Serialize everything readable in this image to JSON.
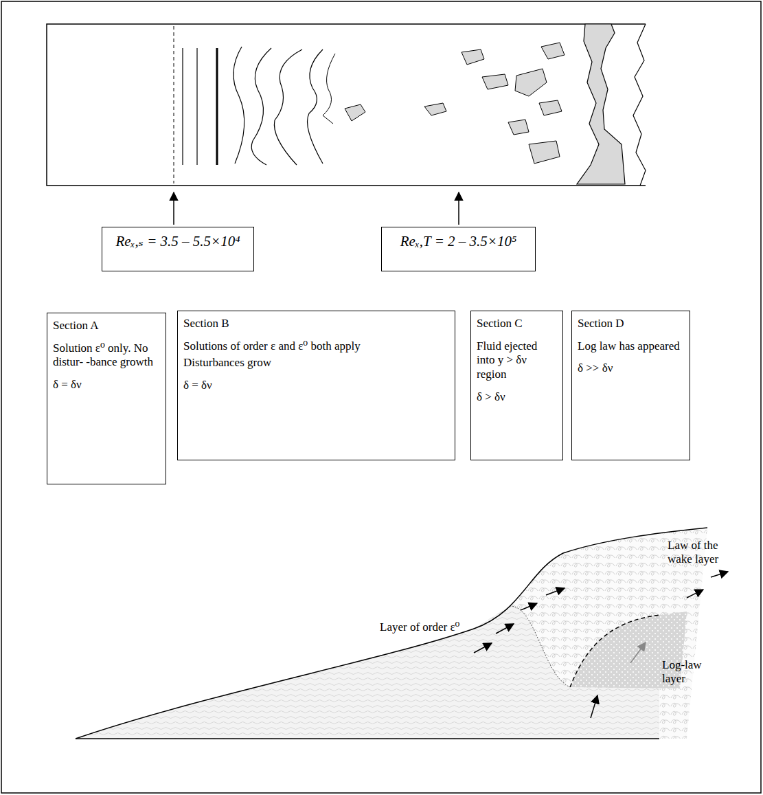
{
  "diagram": {
    "nodes": [
      {
        "text": [
          "Reₓ,ₛ = 3.5 – 5.5×10⁴"
        ]
      },
      {
        "text": [
          "Reₓ,T = 2 – 3.5×10⁵"
        ]
      },
      {
        "text": [
          "Section A",
          "Solution ε⁰ only. No distur- -bance growth",
          "δ = δν"
        ]
      },
      {
        "text": [
          "Section B",
          "Solutions of order ε and ε⁰ both apply",
          "Disturbances grow",
          "δ = δν"
        ]
      },
      {
        "text": [
          "Section C",
          "Fluid ejected into y > δν region",
          "δ > δν"
        ]
      },
      {
        "text": [
          "Section D",
          "Log law has appeared",
          "δ >> δν"
        ]
      }
    ],
    "labels": [
      "Law of the wake layer",
      "Log-law layer",
      "Layer of order ε⁰"
    ]
  }
}
